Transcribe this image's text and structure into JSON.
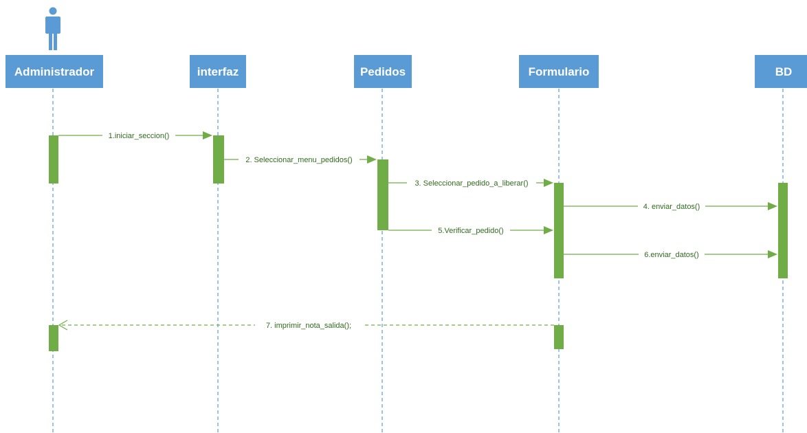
{
  "actor_icon": "person-icon",
  "colors": {
    "header": "#5b9bd5",
    "lifeline": "#5b9bd5",
    "activation": "#70ad47",
    "message": "#70ad47",
    "message_text": "#2f6b1c"
  },
  "participants": [
    {
      "id": "administrador",
      "label": "Administrador",
      "is_actor": true
    },
    {
      "id": "interfaz",
      "label": "interfaz",
      "is_actor": false
    },
    {
      "id": "pedidos",
      "label": "Pedidos",
      "is_actor": false
    },
    {
      "id": "formulario",
      "label": "Formulario",
      "is_actor": false
    },
    {
      "id": "bd",
      "label": "BD",
      "is_actor": false
    }
  ],
  "messages": [
    {
      "id": "m1",
      "label": "1.iniciar_seccion()",
      "from": "administrador",
      "to": "interfaz",
      "type": "sync"
    },
    {
      "id": "m2",
      "label": "2. Seleccionar_menu_pedidos()",
      "from": "interfaz",
      "to": "pedidos",
      "type": "sync"
    },
    {
      "id": "m3",
      "label": "3. Seleccionar_pedido_a_liberar()",
      "from": "pedidos",
      "to": "formulario",
      "type": "sync"
    },
    {
      "id": "m4",
      "label": "4. enviar_datos()",
      "from": "formulario",
      "to": "bd",
      "type": "sync"
    },
    {
      "id": "m5",
      "label": "5.Verificar_pedido()",
      "from": "pedidos",
      "to": "formulario",
      "type": "sync"
    },
    {
      "id": "m6",
      "label": "6.enviar_datos()",
      "from": "formulario",
      "to": "bd",
      "type": "sync"
    },
    {
      "id": "m7",
      "label": "7. imprimir_nota_salida();",
      "from": "formulario",
      "to": "administrador",
      "type": "return"
    }
  ]
}
